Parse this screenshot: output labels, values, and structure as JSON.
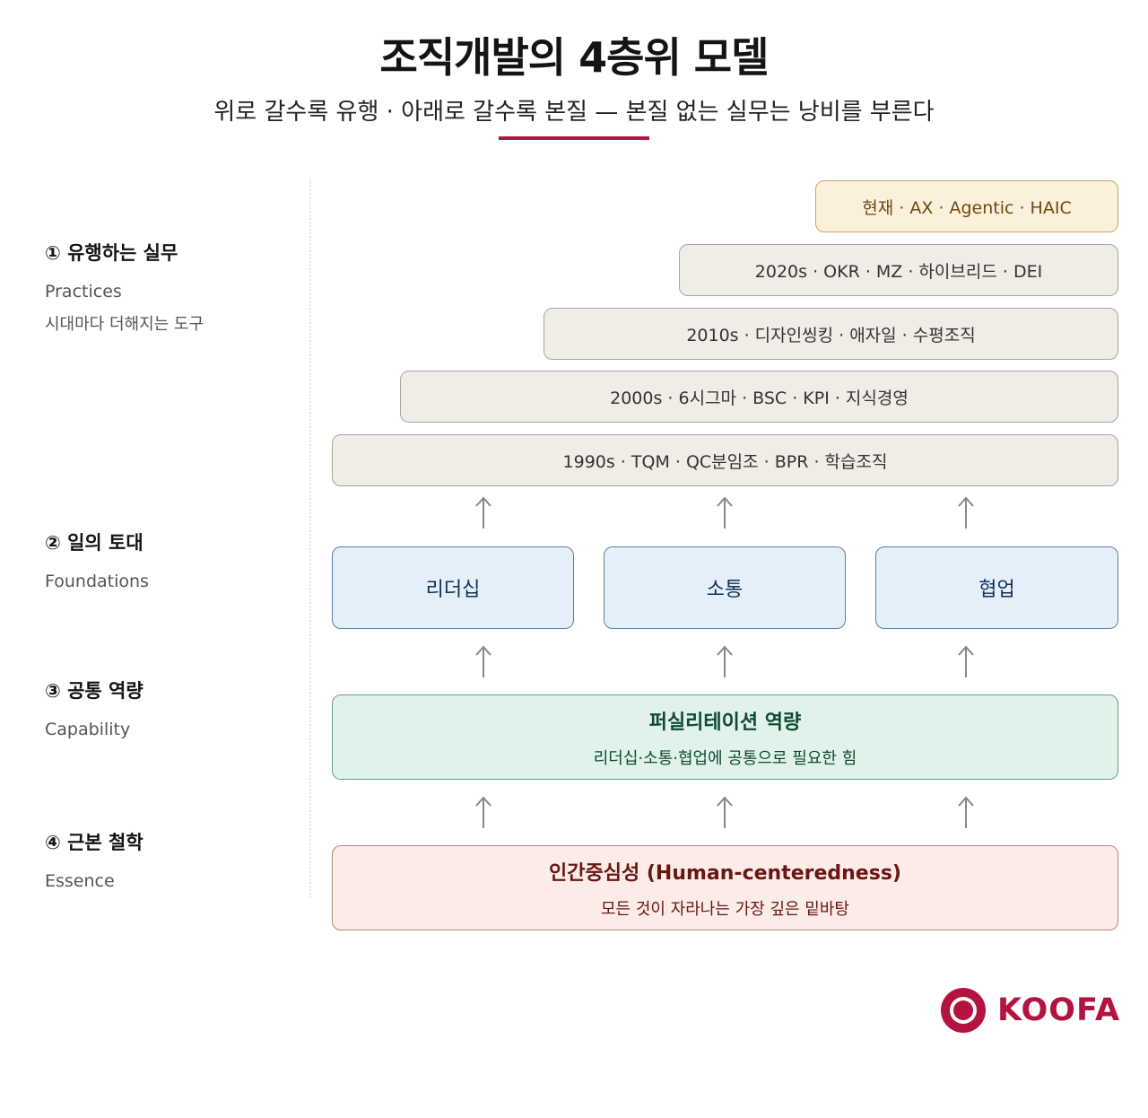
{
  "title": "조직개발의 4층위 모델",
  "subtitle": "위로 갈수록 유행 · 아래로 갈수록 본질 — 본질 없는 실무는 낭비를 부른다",
  "colors": {
    "accent": "#b4123f",
    "practice_fill": "#f0ede6",
    "current_fill": "#fbf0db",
    "foundation_fill": "#e5eff9",
    "capability_fill": "#e1f2ea",
    "essence_fill": "#fbece7"
  },
  "layers": [
    {
      "name": "① 유행하는 실무",
      "en": "Practices",
      "desc": "시대마다 더해지는 도구"
    },
    {
      "name": "② 일의 토대",
      "en": "Foundations"
    },
    {
      "name": "③ 공통 역량",
      "en": "Capability"
    },
    {
      "name": "④ 근본 철학",
      "en": "Essence"
    }
  ],
  "practices": [
    "현재 · AX · Agentic · HAIC",
    "2020s · OKR · MZ · 하이브리드 · DEI",
    "2010s · 디자인씽킹 · 애자일 · 수평조직",
    "2000s · 6시그마 · BSC · KPI · 지식경영",
    "1990s · TQM · QC분임조 · BPR · 학습조직"
  ],
  "foundations": [
    "리더십",
    "소통",
    "협업"
  ],
  "capability": {
    "main": "퍼실리테이션 역량",
    "sub": "리더십·소통·협업에 공통으로 필요한 힘"
  },
  "essence": {
    "main": "인간중심성 (Human-centeredness)",
    "sub": "모든 것이 자라나는 가장 깊은 밑바탕"
  },
  "logo": {
    "text": "KOOFA",
    "icon": "circle-logo-icon"
  }
}
